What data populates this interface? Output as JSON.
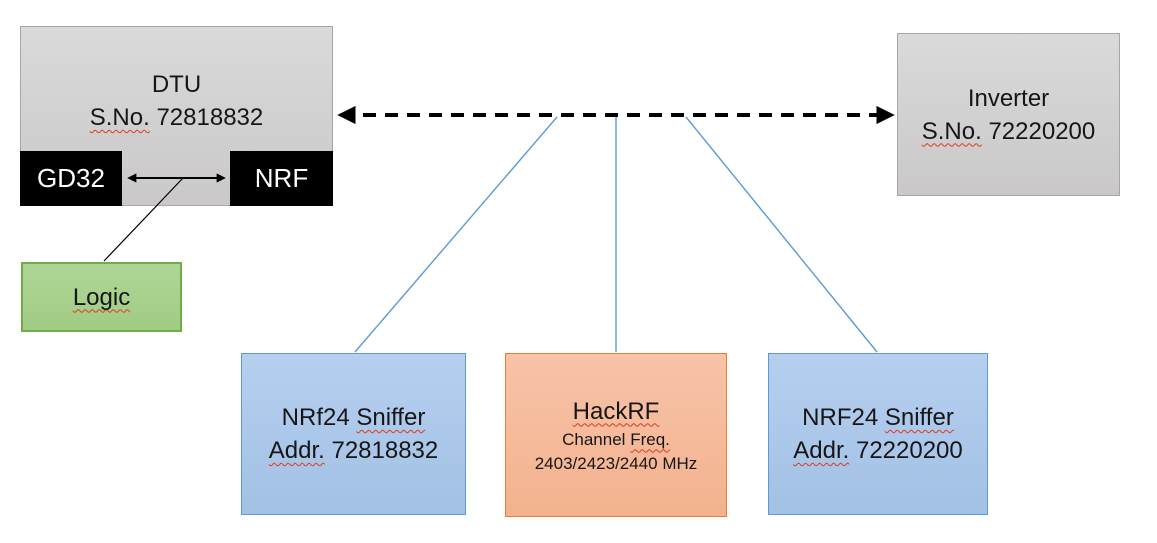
{
  "colors": {
    "gray-fill-top": "#dadada",
    "gray-fill-bottom": "#cac8c8",
    "gray-border": "#a6a6a6",
    "black-fill": "#000000",
    "white-text": "#ffffff",
    "green-fill-top": "#aed596",
    "green-fill-bottom": "#a1cc84",
    "green-border": "#70ad47",
    "blue-fill-top": "#b6cfef",
    "blue-fill-bottom": "#a2c1e5",
    "blue-border": "#5b9bd5",
    "orange-fill-top": "#f8c3a9",
    "orange-fill-bottom": "#f3b28e",
    "orange-border": "#ed7d31",
    "connector-blue": "#5b9bd5",
    "arrow-black": "#000000",
    "text-black": "#161616",
    "squiggle-red": "#e0381f"
  },
  "nodes": {
    "dtu": {
      "title": "DTU",
      "serial_label": "S.No.",
      "serial_number": "72818832"
    },
    "gd32": {
      "label": "GD32"
    },
    "nrf": {
      "label": "NRF"
    },
    "logic": {
      "label": "Logic"
    },
    "inverter": {
      "title": "Inverter",
      "serial_label": "S.No.",
      "serial_number": "72220200"
    },
    "sniffer_left": {
      "title_prefix": "NRf24",
      "title_word": "Sniffer",
      "addr_label": "Addr.",
      "addr_number": "72818832"
    },
    "hackrf": {
      "title": "HackRF",
      "freq_label": "Channel",
      "freq_word": "Freq.",
      "channels": "2403/2423/2440 MHz"
    },
    "sniffer_right": {
      "title_prefix": "NRF24",
      "title_word": "Sniffer",
      "addr_label": "Addr.",
      "addr_number": "72220200"
    }
  }
}
